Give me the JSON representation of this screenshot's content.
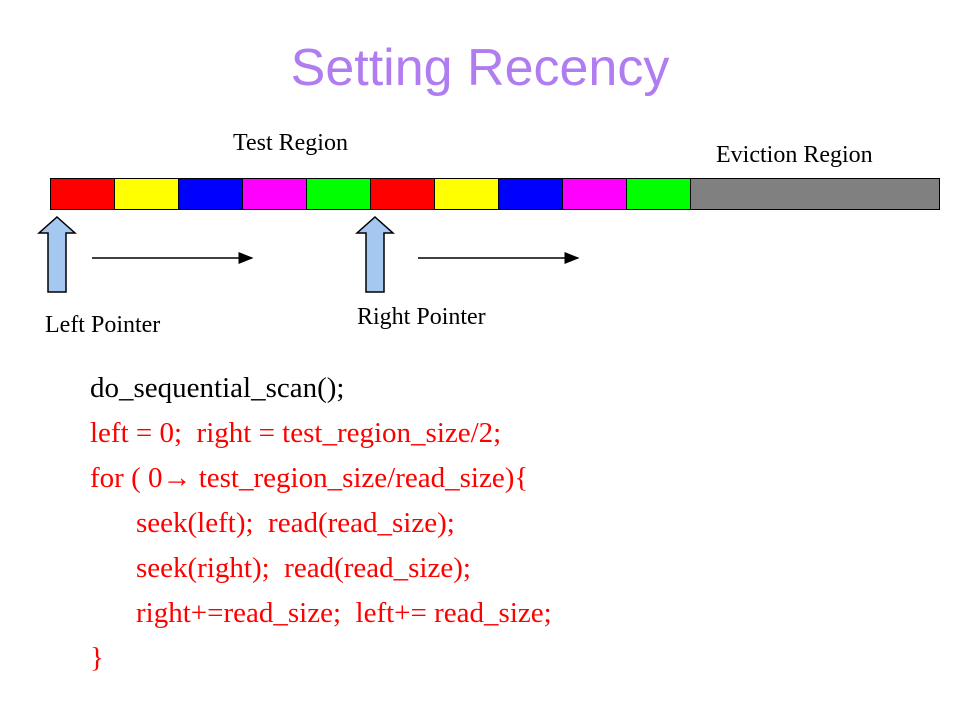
{
  "title": "Setting Recency",
  "labels": {
    "test_region": "Test Region",
    "eviction_region": "Eviction Region",
    "left_pointer": "Left Pointer",
    "right_pointer": "Right Pointer"
  },
  "strip": {
    "segments": [
      {
        "color": "#ff0000",
        "region": "test"
      },
      {
        "color": "#ffff00",
        "region": "test"
      },
      {
        "color": "#0000ff",
        "region": "test"
      },
      {
        "color": "#ff00ff",
        "region": "test"
      },
      {
        "color": "#00ff00",
        "region": "test"
      },
      {
        "color": "#ff0000",
        "region": "test"
      },
      {
        "color": "#ffff00",
        "region": "test"
      },
      {
        "color": "#0000ff",
        "region": "test"
      },
      {
        "color": "#ff00ff",
        "region": "test"
      },
      {
        "color": "#00ff00",
        "region": "test"
      },
      {
        "color": "#808080",
        "region": "eviction"
      }
    ]
  },
  "pointer_color": "#a4c8f0",
  "code": [
    {
      "text": "do_sequential_scan();",
      "color": "#000000",
      "indent": false
    },
    {
      "text": "left = 0;  right = test_region_size/2;",
      "color": "#ff0000",
      "indent": false
    },
    {
      "text": "for ( 0→ test_region_size/read_size){",
      "color": "#ff0000",
      "indent": false
    },
    {
      "text": "seek(left);  read(read_size);",
      "color": "#ff0000",
      "indent": true
    },
    {
      "text": "seek(right);  read(read_size);",
      "color": "#ff0000",
      "indent": true
    },
    {
      "text": "right+=read_size;  left+= read_size;",
      "color": "#ff0000",
      "indent": true
    },
    {
      "text": "}",
      "color": "#ff0000",
      "indent": false
    }
  ]
}
